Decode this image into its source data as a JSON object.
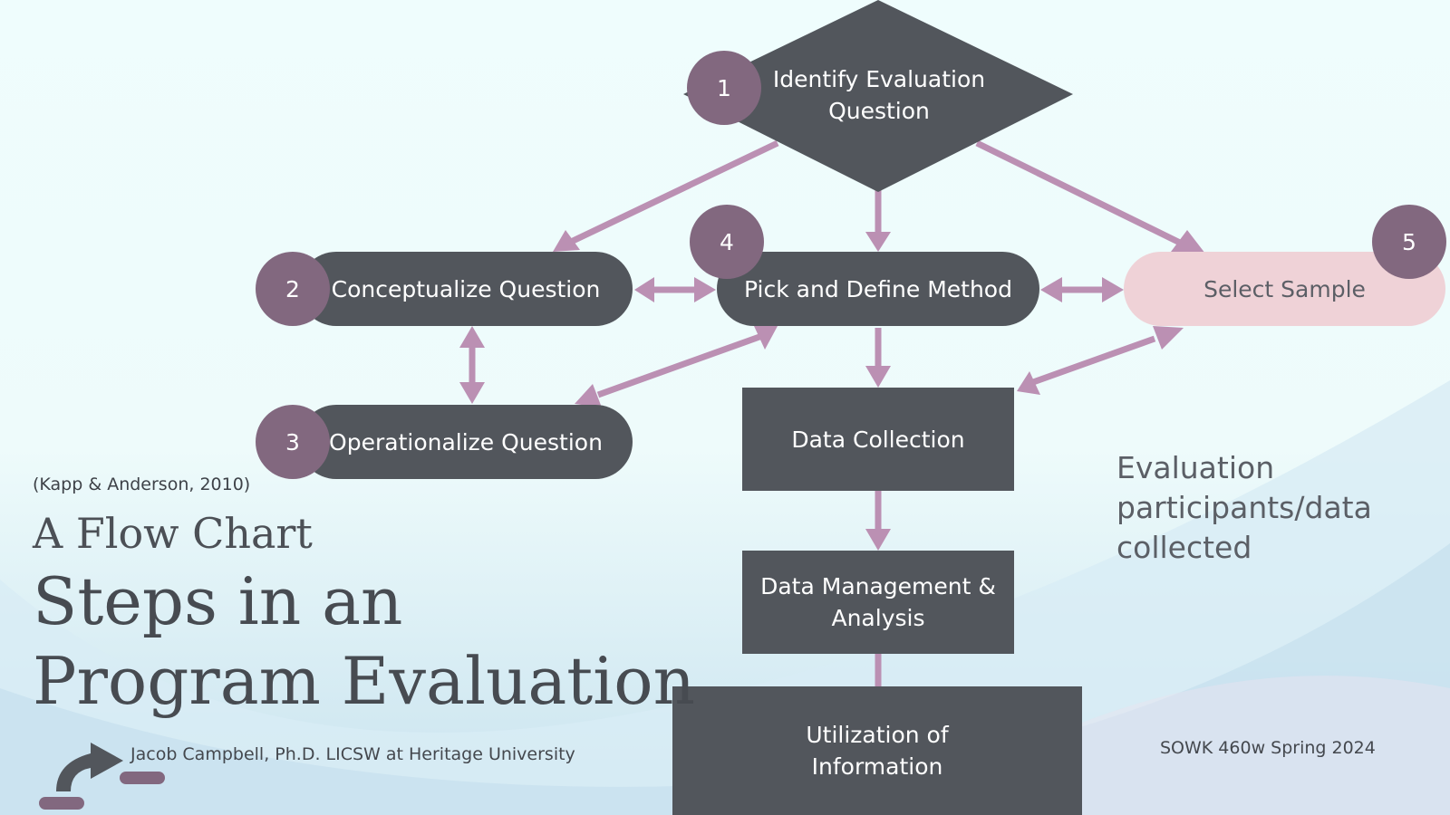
{
  "nodes": {
    "identify": {
      "badge": "1",
      "label_line1": "Identify Evaluation",
      "label_line2": "Question"
    },
    "conceptualize": {
      "badge": "2",
      "label": "Conceptualize Question"
    },
    "operationalize": {
      "badge": "3",
      "label": "Operationalize Question"
    },
    "method": {
      "badge": "4",
      "label": "Pick and Define Method"
    },
    "sample": {
      "badge": "5",
      "label": "Select Sample"
    },
    "collection": {
      "label": "Data Collection"
    },
    "management": {
      "label_line1": "Data Management &",
      "label_line2": "Analysis"
    },
    "utilization": {
      "label_line1": "Utilization of",
      "label_line2": "Information"
    }
  },
  "citation": "(Kapp & Anderson, 2010)",
  "subtitle": "A Flow Chart",
  "title_line1": "Steps in an",
  "title_line2": "Program Evaluation",
  "note_line1": "Evaluation",
  "note_line2": "participants/data",
  "note_line3": "collected",
  "author": "Jacob Campbell, Ph.D. LICSW at Heritage University",
  "course": "SOWK 460w Spring 2024",
  "colors": {
    "node_dark": "#52565c",
    "node_light": "#efd2d7",
    "badge": "#82687f",
    "arrow": "#bb90b3"
  }
}
